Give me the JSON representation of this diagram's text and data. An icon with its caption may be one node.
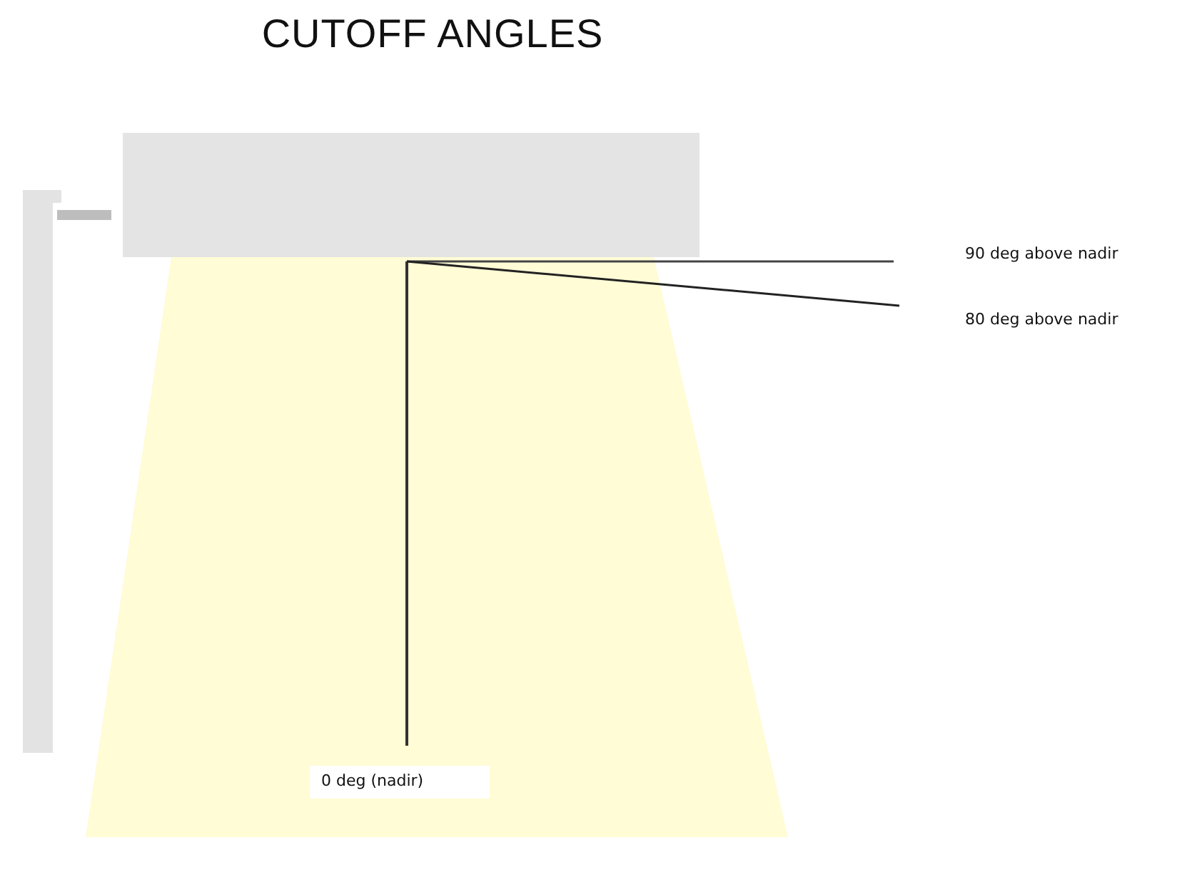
{
  "diagram": {
    "title": "CUTOFF ANGLES",
    "labels": [
      "90 deg above nadir",
      "80 deg above nadir",
      "0 deg (nadir)"
    ]
  }
}
